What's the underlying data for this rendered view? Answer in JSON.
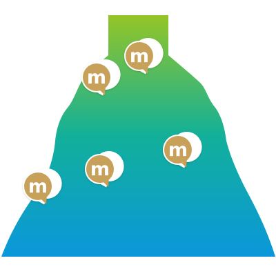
{
  "palette": {
    "gradient_top": "#95c526",
    "gradient_middle": "#12b09a",
    "gradient_bottom": "#0b97db",
    "badge_fill": "#c7a15a",
    "badge_ring": "#ffffff",
    "badge_letter": "#ffffff"
  },
  "badges": [
    {
      "label": "m",
      "icon": "chat-bubble-m-icon"
    },
    {
      "label": "m",
      "icon": "chat-bubble-m-icon"
    },
    {
      "label": "m",
      "icon": "chat-bubble-m-icon"
    },
    {
      "label": "m",
      "icon": "chat-bubble-m-icon"
    },
    {
      "label": "m",
      "icon": "chat-bubble-m-icon"
    }
  ]
}
